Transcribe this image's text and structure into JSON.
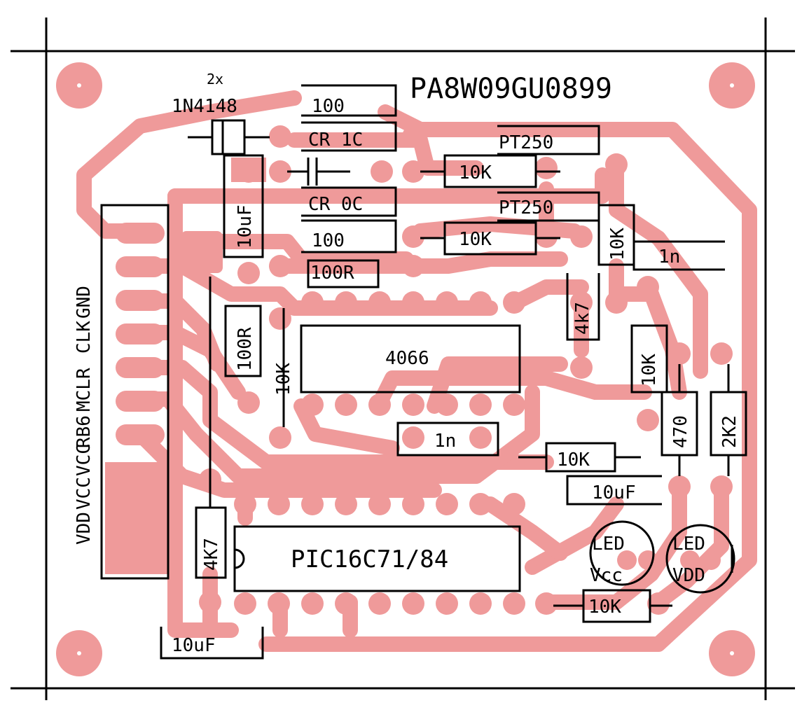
{
  "board": {
    "title": "PA8W09GU0899",
    "colors": {
      "copper": "#ef9a9a",
      "silk": "#000000",
      "background": "#ffffff"
    }
  },
  "components": {
    "diode_qty": "2x",
    "diode": "1N4148",
    "r_100_top": "100",
    "cap_top": "CR 1C",
    "pot_top": "PT250",
    "r_10k_a": "10K",
    "cap_mid": "CR 0C",
    "pot_mid": "PT250",
    "r_100_mid": "100",
    "r_10k_b": "10K",
    "r_10k_c": "10K",
    "cap_10uf_left": "10uF",
    "cap_1n_a": "1n",
    "r_100r_a": "100R",
    "r_100r_b": "100R",
    "r_10k_d": "10K",
    "r_4k7_right": "4k7",
    "r_right_mid": "10K",
    "ic_4066": "4066",
    "cap_1n_b": "1n",
    "r_470": "470",
    "r_2k2": "2K2",
    "r_10k_e": "10K",
    "cap_10uf_right": "10uF",
    "r_4k7_bottom": "4K7",
    "mcu": "PIC16C71/84",
    "led1_line1": "LED",
    "led1_line2": "Vcc",
    "led2_line1": "LED",
    "led2_line2": "VDD",
    "r_10k_bottom": "10K",
    "cap_10uf_bottom": "10uF"
  },
  "connector": {
    "labels": [
      "GND",
      "CLK",
      "MCLR",
      "VCC",
      "VCC",
      "VDD",
      "RB6"
    ]
  }
}
